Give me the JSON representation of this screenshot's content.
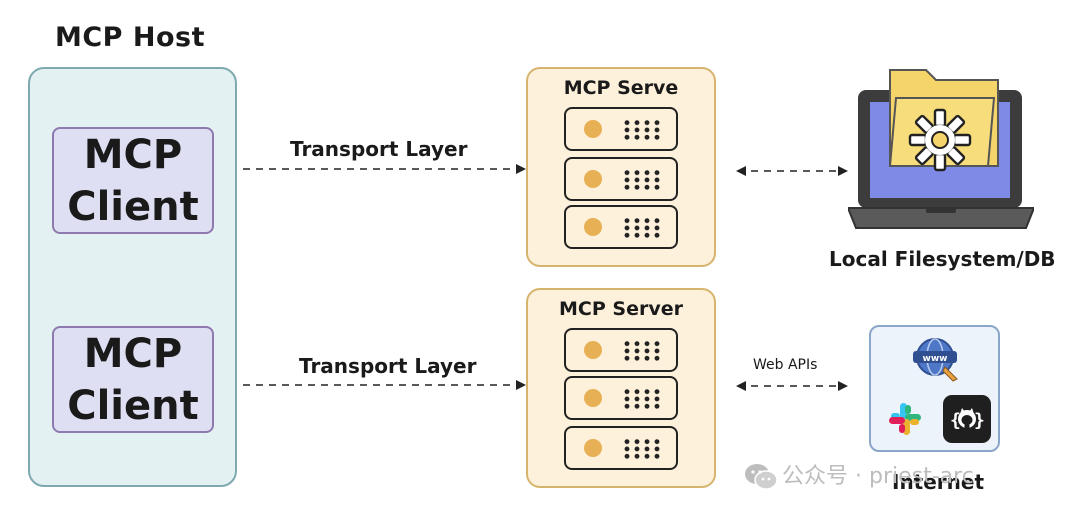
{
  "host": {
    "title": "MCP Host",
    "clients": [
      {
        "label": "MCP\nClient"
      },
      {
        "label": "MCP\nClient"
      }
    ]
  },
  "connections": [
    {
      "label": "Transport Layer"
    },
    {
      "label": "Transport Layer"
    }
  ],
  "servers": [
    {
      "title": "MCP Serve"
    },
    {
      "title": "MCP Server"
    }
  ],
  "resources": {
    "local": {
      "caption": "Local Filesystem/DB",
      "icon": "laptop-folder-gear-icon"
    },
    "internet": {
      "caption": "Internet",
      "link_label": "Web APIs",
      "icons": [
        "www-globe-icon",
        "slack-icon",
        "github-icon"
      ]
    }
  },
  "watermark": {
    "text": "公众号 · priest-arc",
    "icon": "wechat-icon"
  },
  "colors": {
    "host_fill": "#e4f1f3",
    "client_fill": "#dedff3",
    "server_fill": "#fdf1dc",
    "server_led": "#e8b055",
    "screen": "#7f89e6",
    "folder": "#f5d46a"
  }
}
